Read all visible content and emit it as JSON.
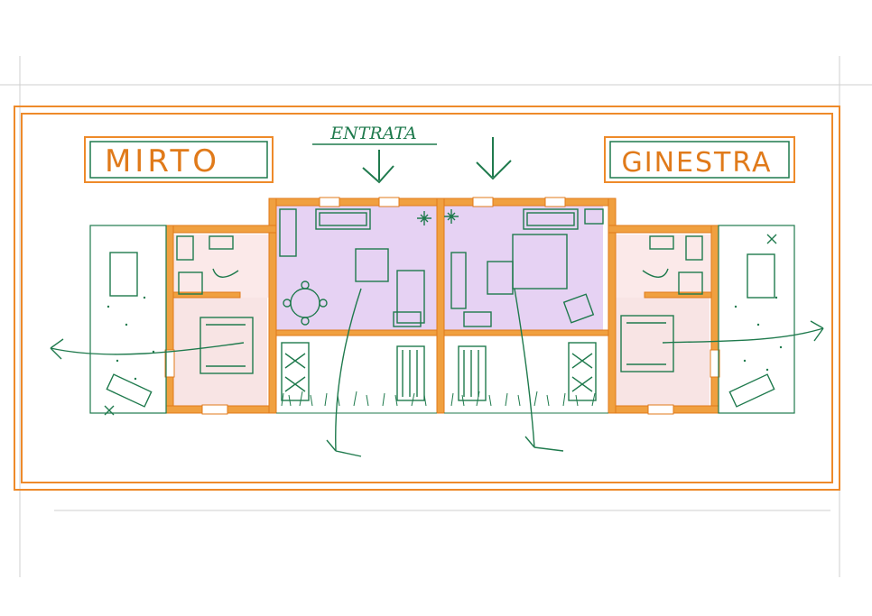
{
  "labels": {
    "left_unit": "MIRTO",
    "right_unit": "GINESTRA",
    "entrance": "ENTRATA"
  },
  "colors": {
    "wall": "#f0a040",
    "wall_stroke": "#e07a1a",
    "frame": "#ee8a2a",
    "ink": "#1f7a4d",
    "living_fill": "#e6d2f3",
    "bedroom_fill": "#f8e4e4",
    "paper": "#ffffff",
    "guide_line": "#cfcfcf"
  },
  "icons": [
    "entrance-arrow-icon",
    "exit-arrow-icon",
    "sofa-icon",
    "bed-icon",
    "plant-icon",
    "sun-lounger-icon",
    "table-icon",
    "armchair-icon"
  ]
}
